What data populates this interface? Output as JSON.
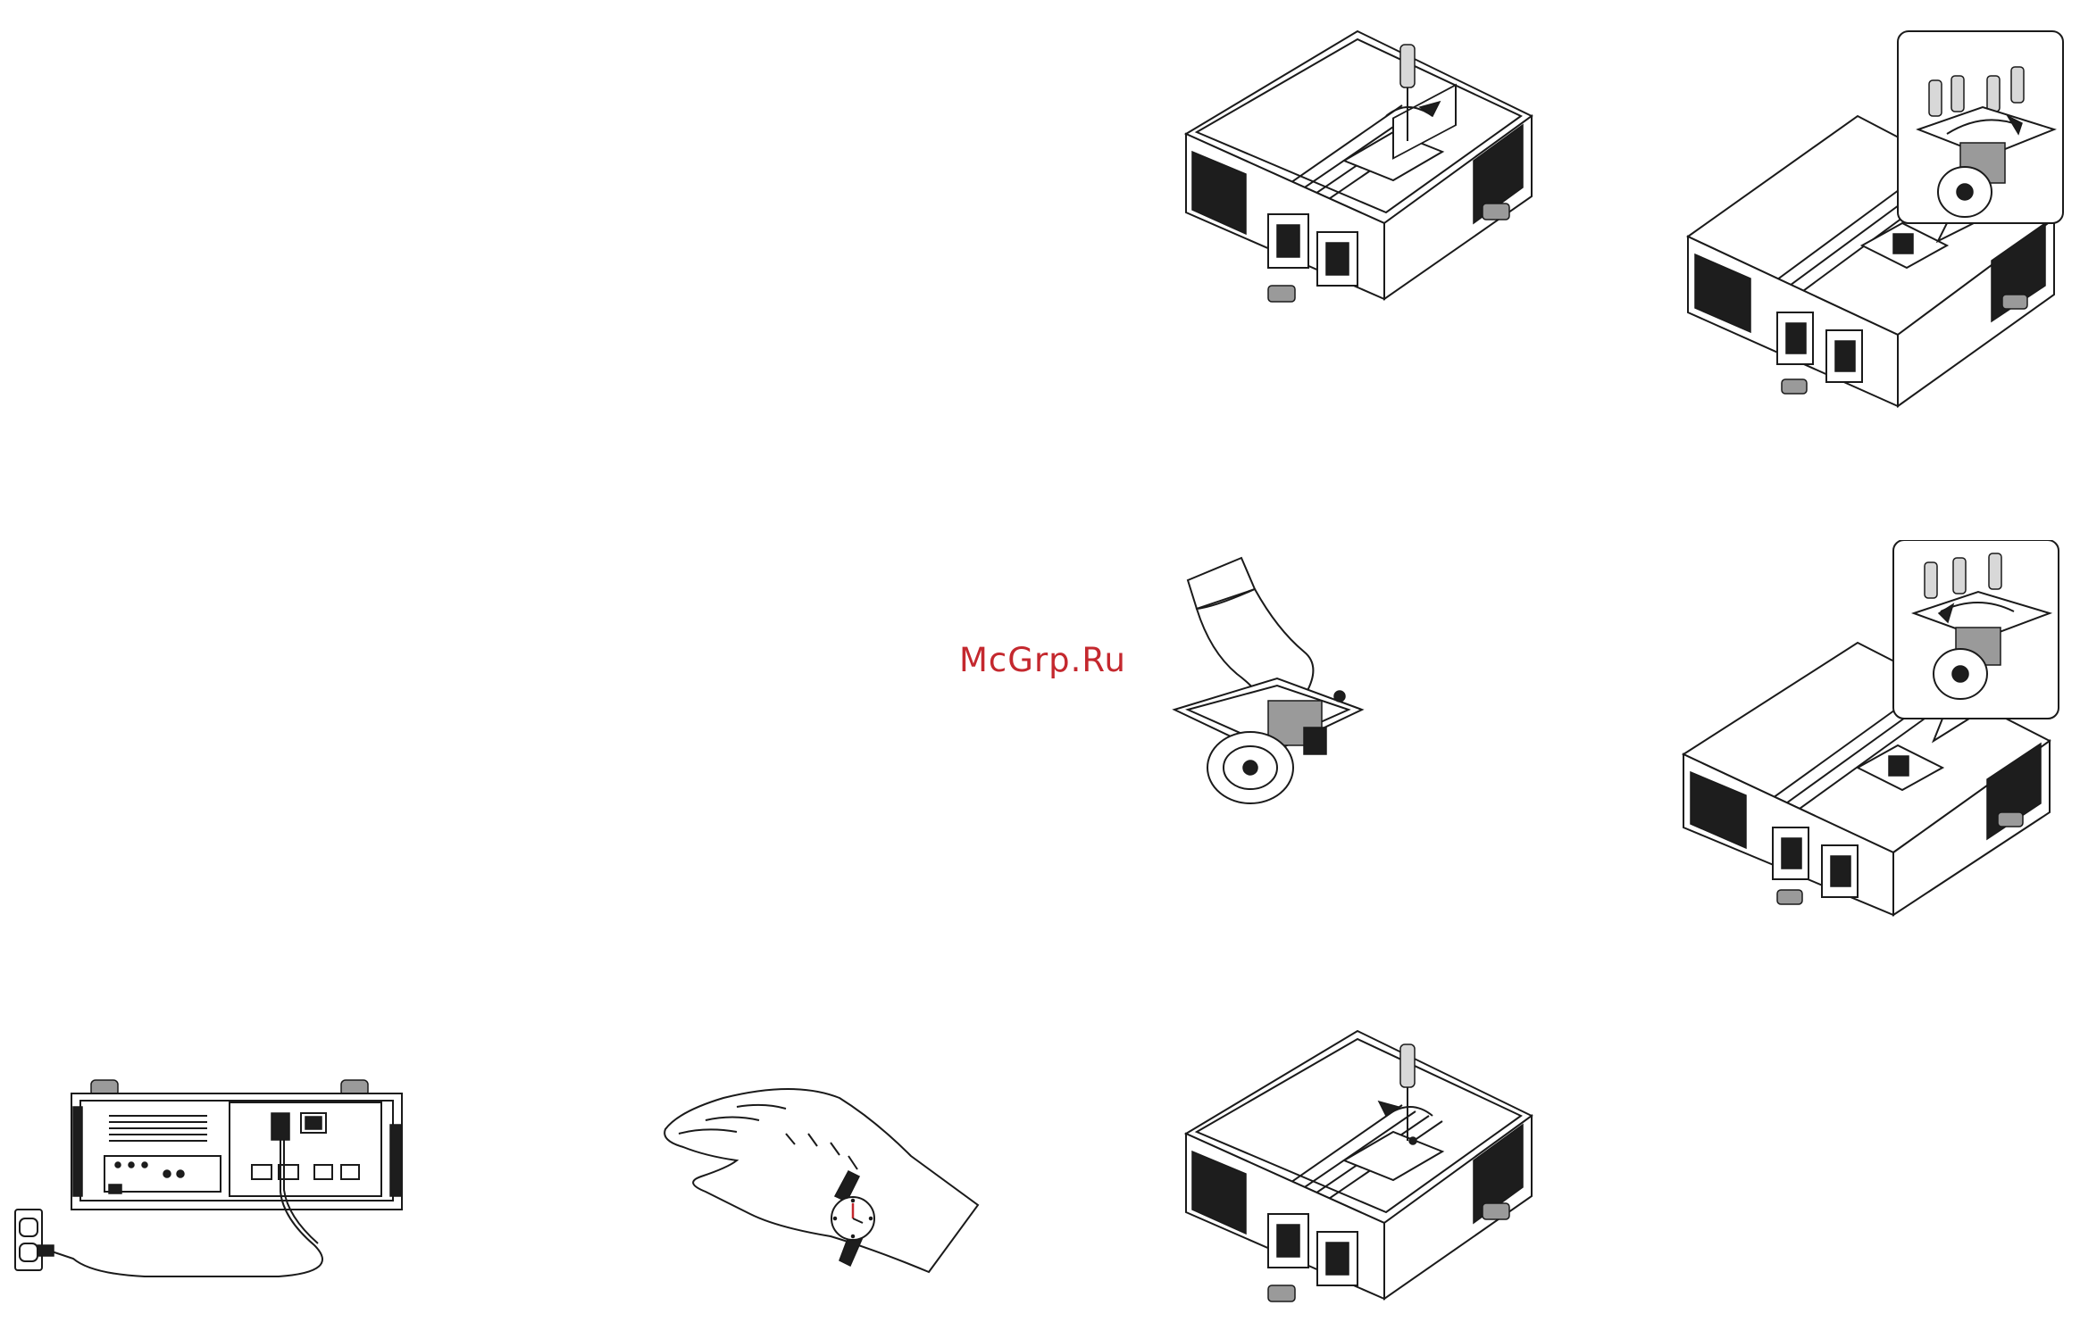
{
  "page": {
    "watermark_text": "McGrp.Ru",
    "watermark_color": "#c4282e"
  },
  "figures": [
    {
      "name": "projector-rear-power-figure",
      "icon": "projector-rear-panel-with-power-cord-icon"
    },
    {
      "name": "hand-wristwatch-figure",
      "icon": "hand-with-wristwatch-wait-icon"
    },
    {
      "name": "projector-remove-lamp-cover-screw-figure",
      "icon": "projector-screwdriver-loosen-icon"
    },
    {
      "name": "projector-loosen-lamp-screws-figure",
      "icon": "lamp-module-screws-loosen-icon"
    },
    {
      "name": "hand-lift-lamp-module-figure",
      "icon": "hand-lifting-lamp-module-icon"
    },
    {
      "name": "projector-tighten-lamp-screws-figure",
      "icon": "lamp-module-screws-tighten-icon"
    },
    {
      "name": "projector-replace-lamp-cover-figure",
      "icon": "projector-screwdriver-tighten-icon"
    }
  ]
}
